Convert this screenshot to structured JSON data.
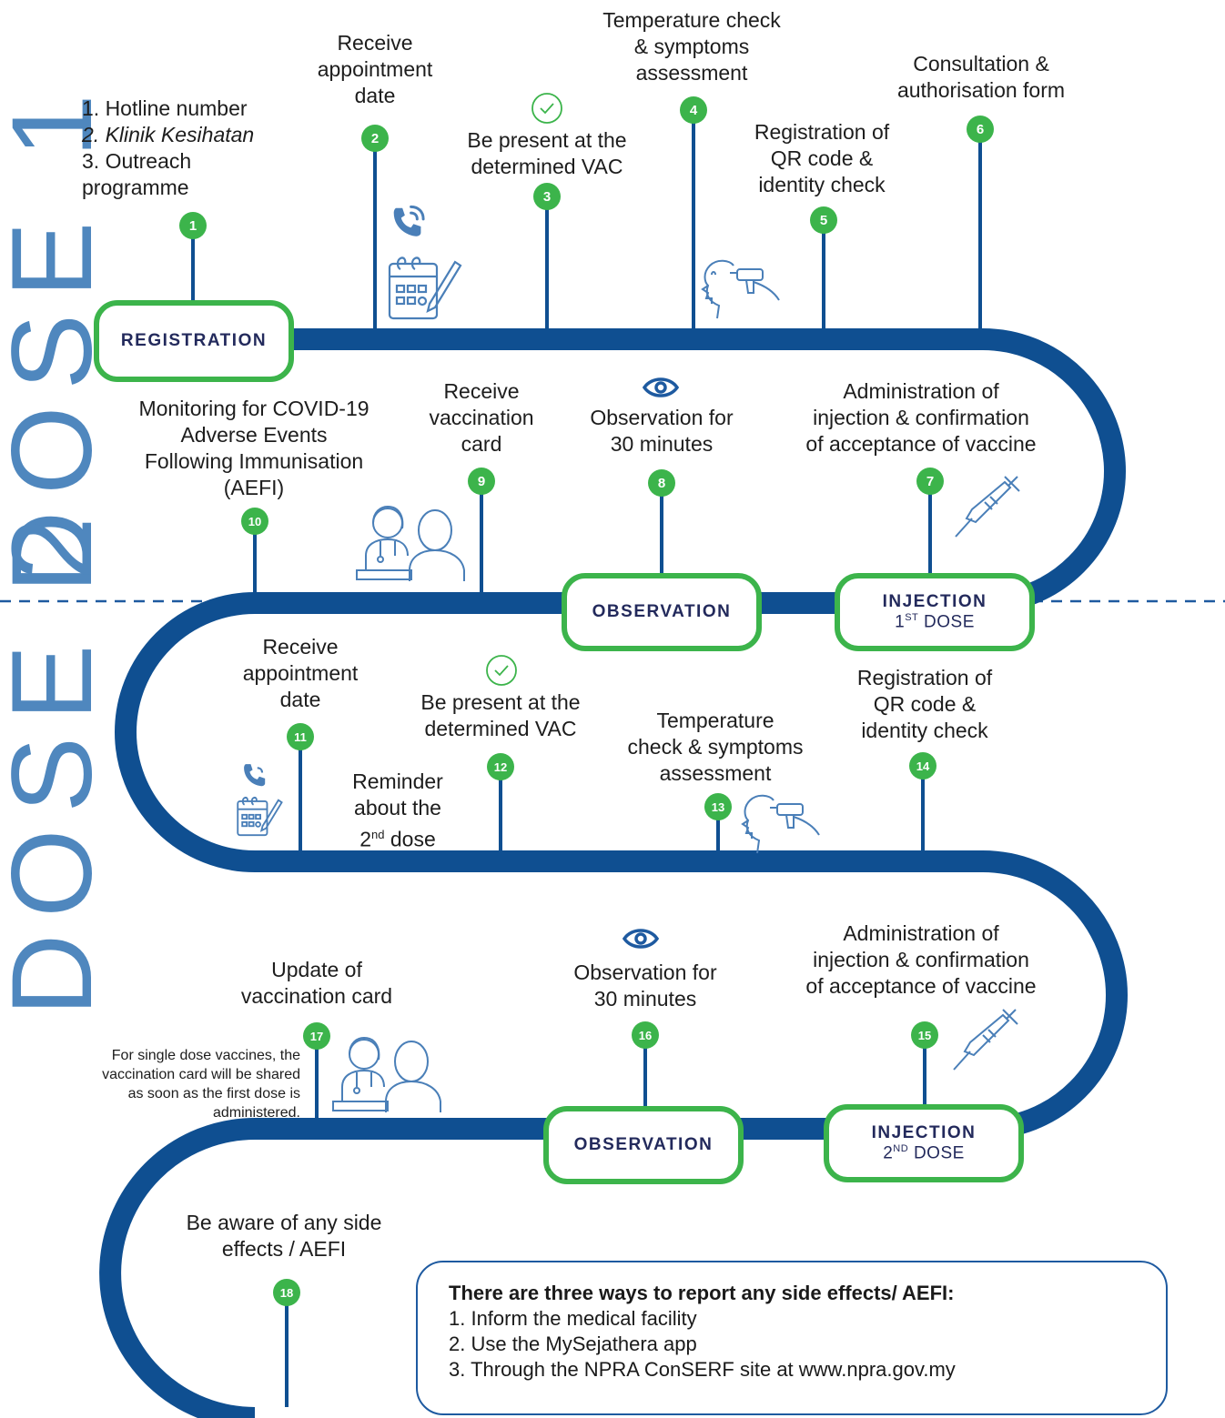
{
  "side_labels": {
    "dose1": "DOSE 1",
    "dose2": "DOSE 2"
  },
  "stages": {
    "registration": {
      "title": "REGISTRATION"
    },
    "observation1": {
      "title": "OBSERVATION"
    },
    "injection1": {
      "title": "INJECTION",
      "ord": "1",
      "sup": "ST",
      "dose": " DOSE"
    },
    "observation2": {
      "title": "OBSERVATION"
    },
    "injection2": {
      "title": "INJECTION",
      "ord": "2",
      "sup": "ND",
      "dose": " DOSE"
    }
  },
  "steps": {
    "s1": {
      "num": "1",
      "lines": [
        "1. Hotline number",
        "2. Klinik Kesihatan",
        "3. Outreach",
        "programme"
      ]
    },
    "s2": {
      "num": "2",
      "lines": [
        "Receive",
        "appointment",
        "date"
      ]
    },
    "s3": {
      "num": "3",
      "lines": [
        "Be present at the",
        "determined VAC"
      ]
    },
    "s4": {
      "num": "4",
      "lines": [
        "Temperature check",
        "& symptoms",
        "assessment"
      ]
    },
    "s5": {
      "num": "5",
      "lines": [
        "Registration of",
        "QR code &",
        "identity check"
      ]
    },
    "s6": {
      "num": "6",
      "lines": [
        "Consultation &",
        "authorisation form"
      ]
    },
    "s7": {
      "num": "7",
      "lines": [
        "Administration of",
        "injection & confirmation",
        "of acceptance of vaccine"
      ]
    },
    "s8": {
      "num": "8",
      "lines": [
        "Observation for",
        "30 minutes"
      ]
    },
    "s9": {
      "num": "9",
      "lines": [
        "Receive",
        "vaccination",
        "card"
      ]
    },
    "s10": {
      "num": "10",
      "lines": [
        "Monitoring for COVID-19",
        "Adverse Events",
        "Following Immunisation",
        "(AEFI)"
      ]
    },
    "s11": {
      "num": "11",
      "lines": [
        "Receive",
        "appointment",
        "date"
      ]
    },
    "s11b": {
      "lines": [
        "Reminder",
        "about the"
      ],
      "ord": "2",
      "sup": "nd",
      "rest": " dose"
    },
    "s12": {
      "num": "12",
      "lines": [
        "Be present at the",
        "determined VAC"
      ]
    },
    "s13": {
      "num": "13",
      "lines": [
        "Temperature",
        "check & symptoms",
        "assessment"
      ]
    },
    "s14": {
      "num": "14",
      "lines": [
        "Registration of",
        "QR code &",
        "identity check"
      ]
    },
    "s15": {
      "num": "15",
      "lines": [
        "Administration of",
        "injection & confirmation",
        "of acceptance of vaccine"
      ]
    },
    "s16": {
      "num": "16",
      "lines": [
        "Observation for",
        "30 minutes"
      ]
    },
    "s17": {
      "num": "17",
      "lines": [
        "Update of",
        "vaccination card"
      ]
    },
    "s18": {
      "num": "18",
      "lines": [
        "Be aware of any side",
        "effects / AEFI"
      ]
    }
  },
  "note": {
    "lines": [
      "For single dose vaccines, the",
      "vaccination card will be shared",
      "as soon as the first dose is",
      "administered."
    ]
  },
  "report_box": {
    "title": "There are three ways to report any side effects/ AEFI:",
    "items": [
      "1.  Inform the medical facility",
      "2. Use the MySejathera app",
      "3. Through the NPRA ConSERF site at www.npra.gov.my"
    ]
  },
  "colors": {
    "road": "#0f4f91",
    "accent": "#3cb44b",
    "stage_text": "#232a5c",
    "side_text": "#4f87be",
    "icon": "#4a7fb8",
    "divider": "#1e5aa0"
  },
  "icons": [
    "phone-icon",
    "calendar-icon",
    "check-circle-icon",
    "thermometer-scan-icon",
    "eye-icon",
    "syringe-icon",
    "doctor-patient-icon"
  ]
}
